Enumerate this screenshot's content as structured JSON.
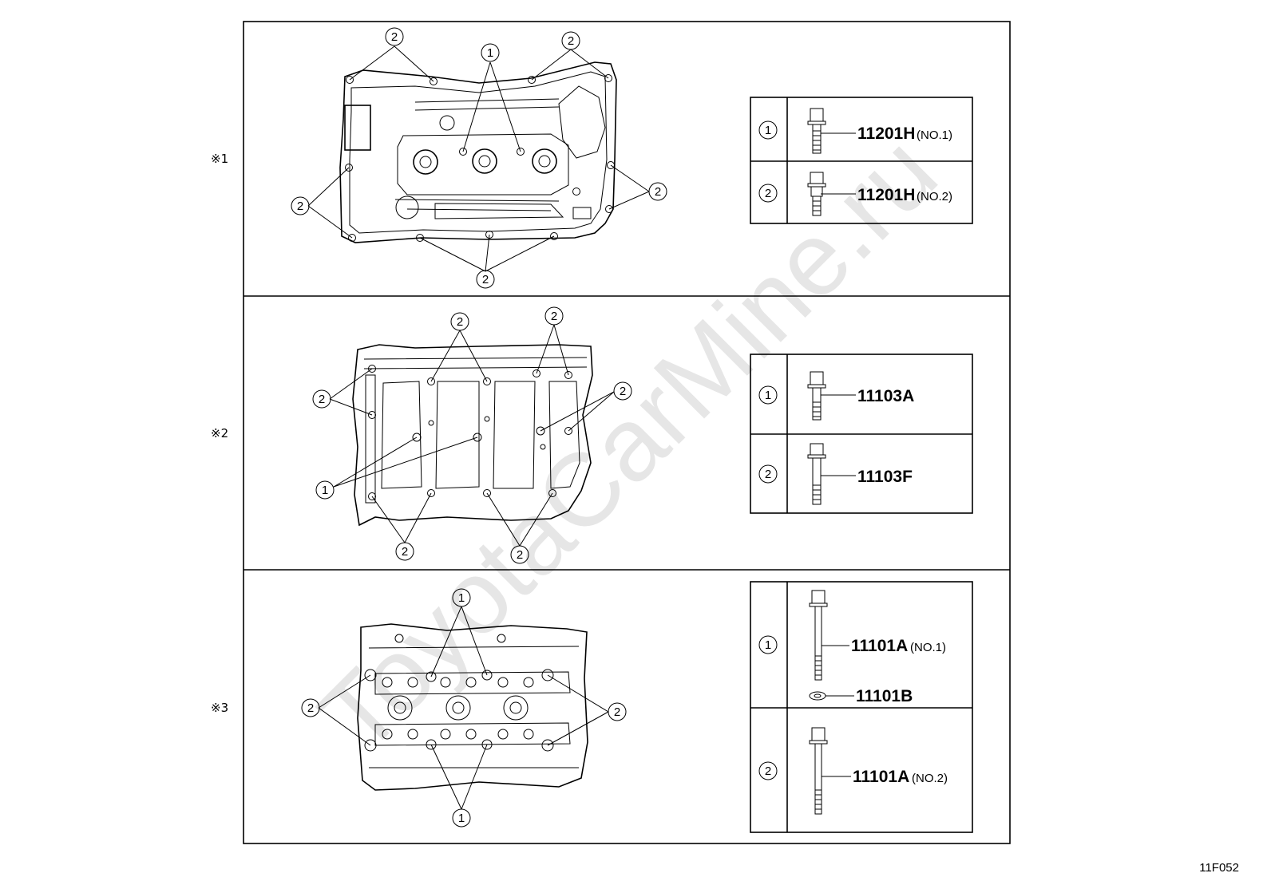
{
  "watermark": "ToyotaCarMine.ru",
  "figure_code": "11F052",
  "sections": [
    {
      "mark": "※1",
      "callouts_1": "1",
      "callouts_2": "2",
      "legend": [
        {
          "num": "1",
          "part": "11201H",
          "variant": "(NO.1)"
        },
        {
          "num": "2",
          "part": "11201H",
          "variant": "(NO.2)"
        }
      ]
    },
    {
      "mark": "※2",
      "callouts_1": "1",
      "callouts_2": "2",
      "legend": [
        {
          "num": "1",
          "part": "11103A",
          "variant": ""
        },
        {
          "num": "2",
          "part": "11103F",
          "variant": ""
        }
      ]
    },
    {
      "mark": "※3",
      "callouts_1": "1",
      "callouts_2": "2",
      "legend": [
        {
          "num": "1",
          "part": "11101A",
          "variant": "(NO.1)",
          "washer_part": "11101B"
        },
        {
          "num": "2",
          "part": "11101A",
          "variant": "(NO.2)"
        }
      ]
    }
  ]
}
